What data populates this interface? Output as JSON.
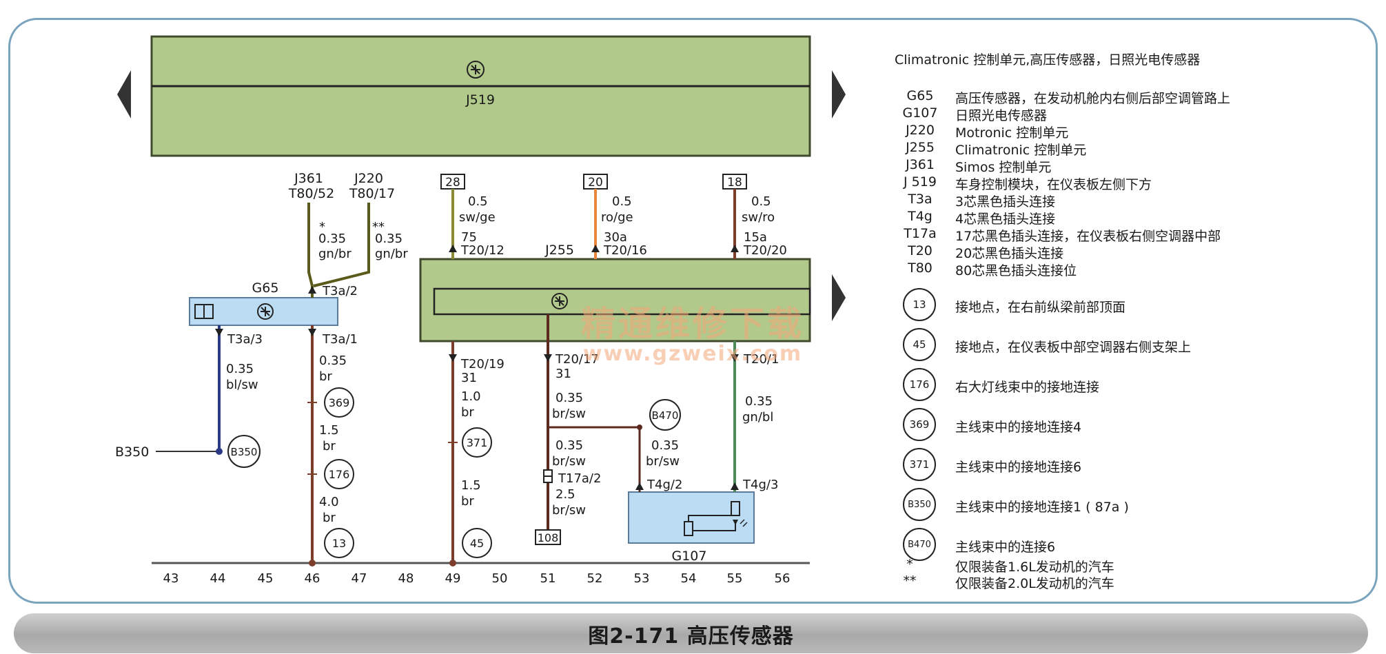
{
  "diagram": {
    "modules": {
      "j519": {
        "label": "J519"
      },
      "j255": {
        "label": "J255"
      },
      "g65": {
        "label": "G65"
      },
      "g107": {
        "label": "G107"
      }
    },
    "top_refs": {
      "j361": {
        "label": "J361",
        "pin": "T80/52"
      },
      "j220": {
        "label": "J220",
        "pin": "T80/17"
      }
    },
    "fuse_boxes": [
      "28",
      "20",
      "18"
    ],
    "pins": {
      "t3a2": "T3a/2",
      "t3a3": "T3a/3",
      "t3a1": "T3a/1",
      "t20_12": "T20/12",
      "t20_16": "T20/16",
      "t20_20": "T20/20",
      "t20_19": "T20/19",
      "t20_17": "T20/17",
      "t20_1": "T20/1",
      "t17a2": "T17a/2",
      "t4g2": "T4g/2",
      "t4g3": "T4g/3"
    },
    "numbers": {
      "n75": "75",
      "n30a": "30a",
      "n15a": "15a",
      "n31a": "31",
      "n31b": "31"
    },
    "star": "*",
    "dstar": "**",
    "wires": {
      "w_j361": {
        "size": "0.35",
        "color": "gn/br"
      },
      "w_j220": {
        "size": "0.35",
        "color": "gn/br"
      },
      "w_28": {
        "size": "0.5",
        "color": "sw/ge"
      },
      "w_20": {
        "size": "0.5",
        "color": "ro/ge"
      },
      "w_18": {
        "size": "0.5",
        "color": "sw/ro"
      },
      "w_g65_3": {
        "size": "0.35",
        "color": "bl/sw"
      },
      "w_46a": {
        "size": "0.35",
        "color": "br"
      },
      "w_46b": {
        "size": "1.5",
        "color": "br"
      },
      "w_46c": {
        "size": "4.0",
        "color": "br"
      },
      "w_49a": {
        "size": "1.0",
        "color": "br"
      },
      "w_49b": {
        "size": "1.5",
        "color": "br"
      },
      "w_51a": {
        "size": "0.35",
        "color": "br/sw"
      },
      "w_51b": {
        "size": "0.35",
        "color": "br/sw"
      },
      "w_51c": {
        "size": "2.5",
        "color": "br/sw"
      },
      "w_53": {
        "size": "0.35",
        "color": "br/sw"
      },
      "w_55": {
        "size": "0.35",
        "color": "gn/bl"
      }
    },
    "ground_circles": {
      "c369": "369",
      "c176": "176",
      "c13": "13",
      "c371": "371",
      "c45": "45",
      "cb350": "B350",
      "cb470": "B470"
    },
    "b350_label": "B350",
    "box108": "108",
    "track_numbers": [
      "43",
      "44",
      "45",
      "46",
      "47",
      "48",
      "49",
      "50",
      "51",
      "52",
      "53",
      "54",
      "55",
      "56"
    ],
    "colors": {
      "module_green": "#b1c98a",
      "module_blue": "#bcdcf3",
      "wire_brown": "#7d3f2c",
      "wire_blue": "#2c3a86",
      "wire_green": "#4e8a5a",
      "wire_orange": "#e8873a",
      "wire_olive": "#8a8a35",
      "wire_darkbrown": "#5c2a1f"
    }
  },
  "legend": {
    "title": "Climatronic 控制单元,高压传感器，日照光电传感器",
    "items": [
      {
        "code": "G65",
        "desc": "高压传感器，在发动机舱内右侧后部空调管路上"
      },
      {
        "code": "G107",
        "desc": "日照光电传感器"
      },
      {
        "code": "J220",
        "desc": "Motronic 控制单元"
      },
      {
        "code": "J255",
        "desc": "Climatronic 控制单元"
      },
      {
        "code": "J361",
        "desc": "Simos 控制单元"
      },
      {
        "code": "J 519",
        "desc": "车身控制模块，在仪表板左侧下方"
      },
      {
        "code": "T3a",
        "desc": "3芯黑色插头连接"
      },
      {
        "code": "T4g",
        "desc": "4芯黑色插头连接"
      },
      {
        "code": "T17a",
        "desc": "17芯黑色插头连接，在仪表板右侧空调器中部"
      },
      {
        "code": "T20",
        "desc": "20芯黑色插头连接"
      },
      {
        "code": "T80",
        "desc": "80芯黑色插头连接位"
      }
    ],
    "circles": [
      {
        "code": "13",
        "desc": "接地点，在右前纵梁前部顶面"
      },
      {
        "code": "45",
        "desc": "接地点，在仪表板中部空调器右侧支架上"
      },
      {
        "code": "176",
        "desc": "右大灯线束中的接地连接"
      },
      {
        "code": "369",
        "desc": "主线束中的接地连接4"
      },
      {
        "code": "371",
        "desc": "主线束中的接地连接6"
      },
      {
        "code": "B350",
        "desc": "主线束中的接地连接1 ( 87a )"
      },
      {
        "code": "B470",
        "desc": "主线束中的连接6"
      }
    ],
    "notes": [
      {
        "code": "*",
        "desc": "仅限装备1.6L发动机的汽车"
      },
      {
        "code": "**",
        "desc": "仅限装备2.0L发动机的汽车"
      }
    ]
  },
  "caption": "图2-171   高压传感器",
  "watermark": {
    "line1": "精通维修下载",
    "line2": "www.gzweix.com"
  }
}
